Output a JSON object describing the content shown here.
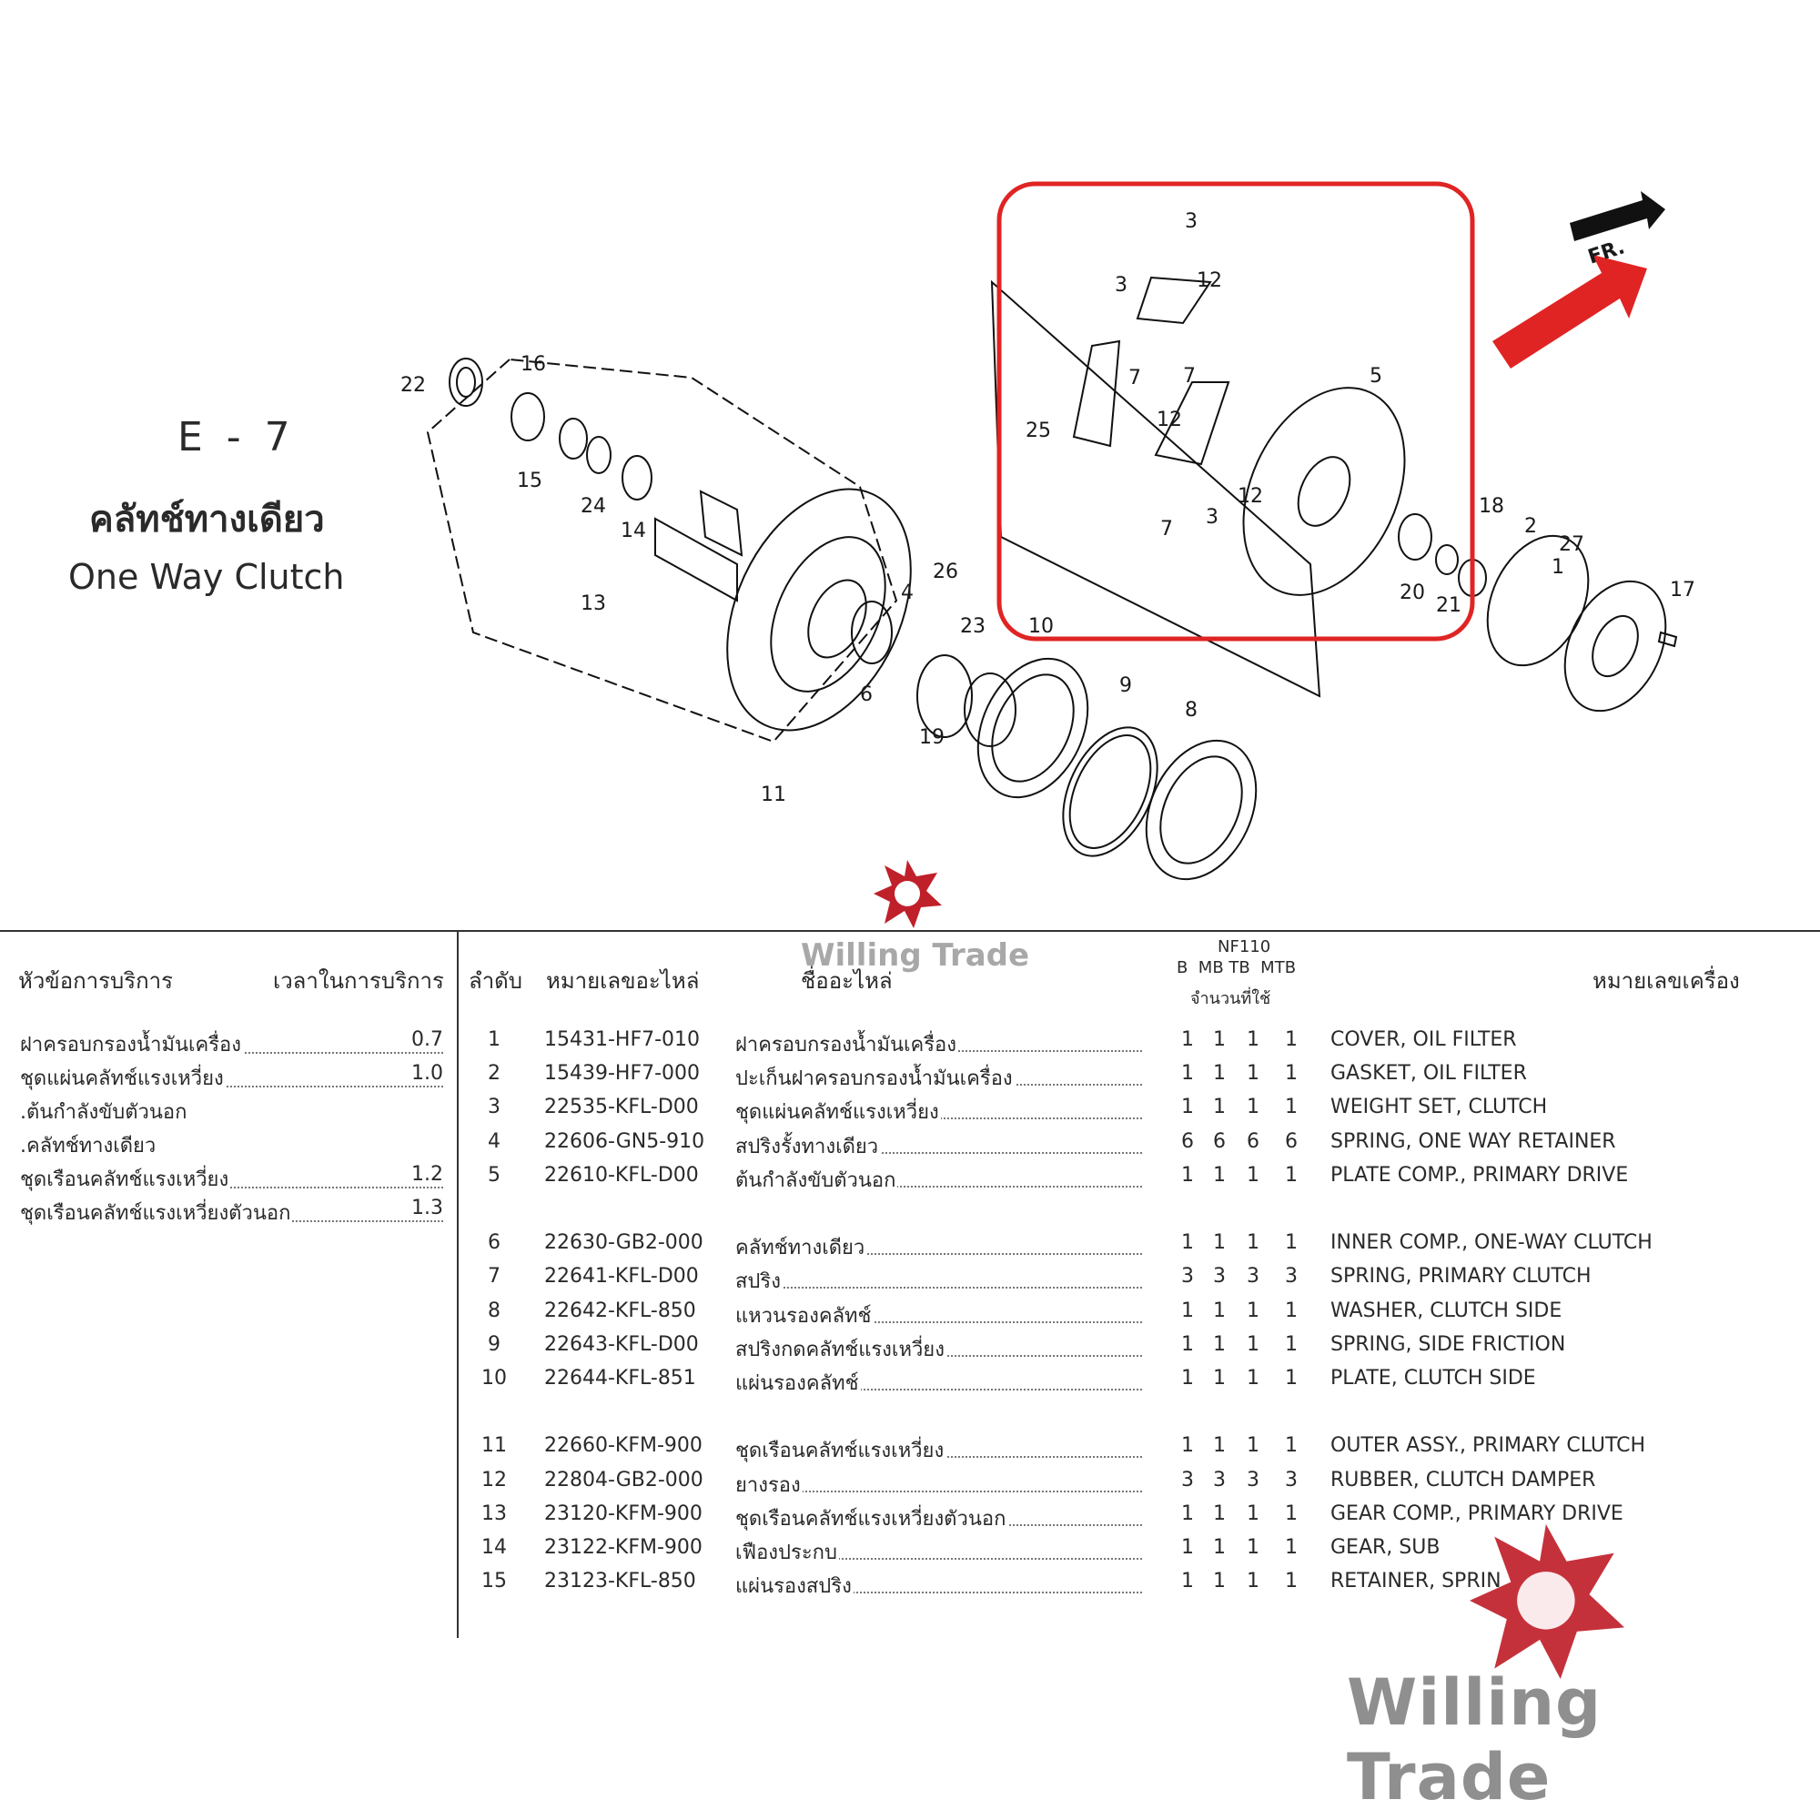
{
  "title": {
    "code": "E - 7",
    "name_th": "คลัทช์ทางเดียว",
    "name_en": "One Way Clutch"
  },
  "diagram": {
    "callouts": [
      "1",
      "2",
      "3",
      "3",
      "3",
      "4",
      "5",
      "6",
      "7",
      "7",
      "7",
      "8",
      "9",
      "10",
      "11",
      "12",
      "12",
      "12",
      "13",
      "14",
      "15",
      "16",
      "17",
      "18",
      "19",
      "20",
      "21",
      "22",
      "23",
      "24",
      "25",
      "26",
      "27"
    ],
    "front_label": "FR.",
    "highlight_color": "#e02424"
  },
  "table_header": {
    "service_topic": "หัวข้อการบริการ",
    "service_time": "เวลาในการบริการ",
    "seq": "ลำดับ",
    "part_no": "หมายเลขอะไหล่",
    "part_name": "ชื่ออะไหล่",
    "model": "NF110",
    "variants": "B  MB TB  MTB",
    "qty_used": "จำนวนที่ใช้",
    "engine_no": "หมายเลขเครื่อง"
  },
  "service_items": [
    {
      "label": "ฝาครอบกรองน้ำมันเครื่อง",
      "time": "0.7"
    },
    {
      "label": "ชุดแผ่นคลัทช์แรงเหวี่ยง",
      "time": "1.0"
    },
    {
      "label": ".ต้นกำลังขับตัวนอก",
      "time": ""
    },
    {
      "label": ".คลัทช์ทางเดียว",
      "time": ""
    },
    {
      "label": "ชุดเรือนคลัทช์แรงเหวี่ยง",
      "time": "1.2"
    },
    {
      "label": "ชุดเรือนคลัทช์แรงเหวี่ยงตัวนอก",
      "time": "1.3"
    }
  ],
  "parts": [
    {
      "no": "1",
      "part_no": "15431-HF7-010",
      "name_th": "ฝาครอบกรองน้ำมันเครื่อง",
      "q": [
        "1",
        "1",
        "1",
        "1"
      ],
      "name_en": "COVER, OIL FILTER"
    },
    {
      "no": "2",
      "part_no": "15439-HF7-000",
      "name_th": "ปะเก็นฝาครอบกรองน้ำมันเครื่อง",
      "q": [
        "1",
        "1",
        "1",
        "1"
      ],
      "name_en": "GASKET, OIL FILTER"
    },
    {
      "no": "3",
      "part_no": "22535-KFL-D00",
      "name_th": "ชุดแผ่นคลัทช์แรงเหวี่ยง",
      "q": [
        "1",
        "1",
        "1",
        "1"
      ],
      "name_en": "WEIGHT SET, CLUTCH"
    },
    {
      "no": "4",
      "part_no": "22606-GN5-910",
      "name_th": "สปริงรั้งทางเดียว",
      "q": [
        "6",
        "6",
        "6",
        "6"
      ],
      "name_en": "SPRING, ONE WAY RETAINER"
    },
    {
      "no": "5",
      "part_no": "22610-KFL-D00",
      "name_th": "ต้นกำลังขับตัวนอก",
      "q": [
        "1",
        "1",
        "1",
        "1"
      ],
      "name_en": "PLATE COMP., PRIMARY DRIVE"
    },
    {
      "no": "6",
      "part_no": "22630-GB2-000",
      "name_th": "คลัทช์ทางเดียว",
      "q": [
        "1",
        "1",
        "1",
        "1"
      ],
      "name_en": "INNER COMP., ONE-WAY CLUTCH"
    },
    {
      "no": "7",
      "part_no": "22641-KFL-D00",
      "name_th": "สปริง",
      "q": [
        "3",
        "3",
        "3",
        "3"
      ],
      "name_en": "SPRING, PRIMARY CLUTCH"
    },
    {
      "no": "8",
      "part_no": "22642-KFL-850",
      "name_th": "แหวนรองคลัทช์",
      "q": [
        "1",
        "1",
        "1",
        "1"
      ],
      "name_en": "WASHER, CLUTCH SIDE"
    },
    {
      "no": "9",
      "part_no": "22643-KFL-D00",
      "name_th": "สปริงกดคลัทช์แรงเหวี่ยง",
      "q": [
        "1",
        "1",
        "1",
        "1"
      ],
      "name_en": "SPRING, SIDE FRICTION"
    },
    {
      "no": "10",
      "part_no": "22644-KFL-851",
      "name_th": "แผ่นรองคลัทช์",
      "q": [
        "1",
        "1",
        "1",
        "1"
      ],
      "name_en": "PLATE, CLUTCH SIDE"
    },
    {
      "no": "11",
      "part_no": "22660-KFM-900",
      "name_th": "ชุดเรือนคลัทช์แรงเหวี่ยง",
      "q": [
        "1",
        "1",
        "1",
        "1"
      ],
      "name_en": "OUTER ASSY., PRIMARY CLUTCH"
    },
    {
      "no": "12",
      "part_no": "22804-GB2-000",
      "name_th": "ยางรอง",
      "q": [
        "3",
        "3",
        "3",
        "3"
      ],
      "name_en": "RUBBER, CLUTCH DAMPER"
    },
    {
      "no": "13",
      "part_no": "23120-KFM-900",
      "name_th": "ชุดเรือนคลัทช์แรงเหวี่ยงตัวนอก",
      "q": [
        "1",
        "1",
        "1",
        "1"
      ],
      "name_en": "GEAR COMP., PRIMARY DRIVE"
    },
    {
      "no": "14",
      "part_no": "23122-KFM-900",
      "name_th": "เฟืองประกบ",
      "q": [
        "1",
        "1",
        "1",
        "1"
      ],
      "name_en": "GEAR, SUB"
    },
    {
      "no": "15",
      "part_no": "23123-KFL-850",
      "name_th": "แผ่นรองสปริง",
      "q": [
        "1",
        "1",
        "1",
        "1"
      ],
      "name_en": "RETAINER, SPRIN"
    }
  ],
  "watermark": {
    "text": "Willing Trade",
    "color": "#c0202a"
  }
}
